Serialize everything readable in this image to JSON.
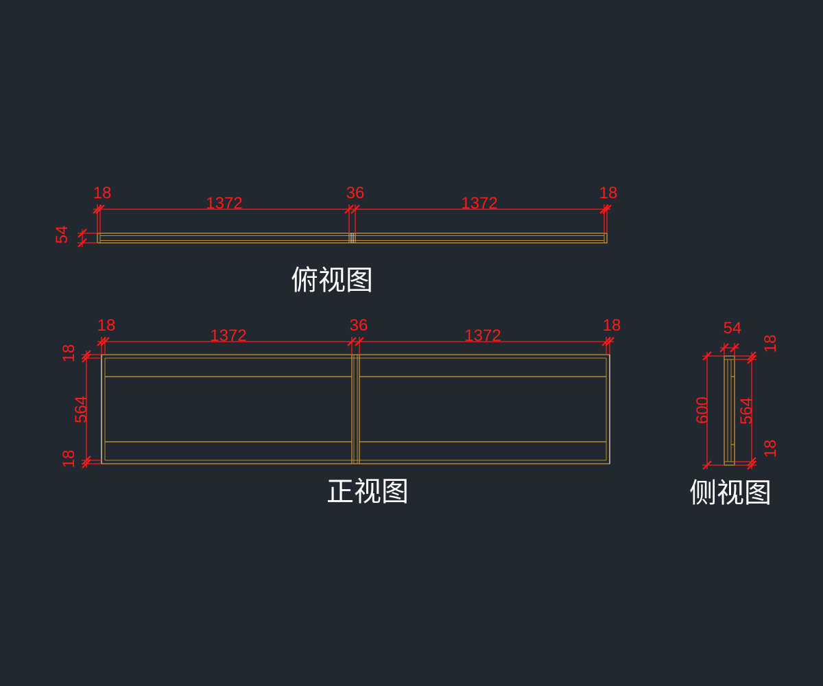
{
  "views": {
    "top": {
      "title": "俯视图",
      "dims": {
        "left_panel": "18",
        "span_1": "1372",
        "center_panel": "36",
        "span_2": "1372",
        "right_panel": "18",
        "depth": "54"
      }
    },
    "front": {
      "title": "正视图",
      "dims": {
        "left_panel": "18",
        "span_1": "1372",
        "center_panel": "36",
        "span_2": "1372",
        "right_panel": "18",
        "top_panel": "18",
        "inner_height": "564",
        "bottom_panel": "18"
      }
    },
    "side": {
      "title": "侧视图",
      "dims": {
        "depth": "54",
        "overall_height": "600",
        "top_panel": "18",
        "inner_height": "564",
        "bottom_panel": "18"
      }
    }
  },
  "colors": {
    "background": "#212830",
    "dimension": "#ff1a1a",
    "outline": "#c08a2e",
    "title": "#ffffff"
  }
}
